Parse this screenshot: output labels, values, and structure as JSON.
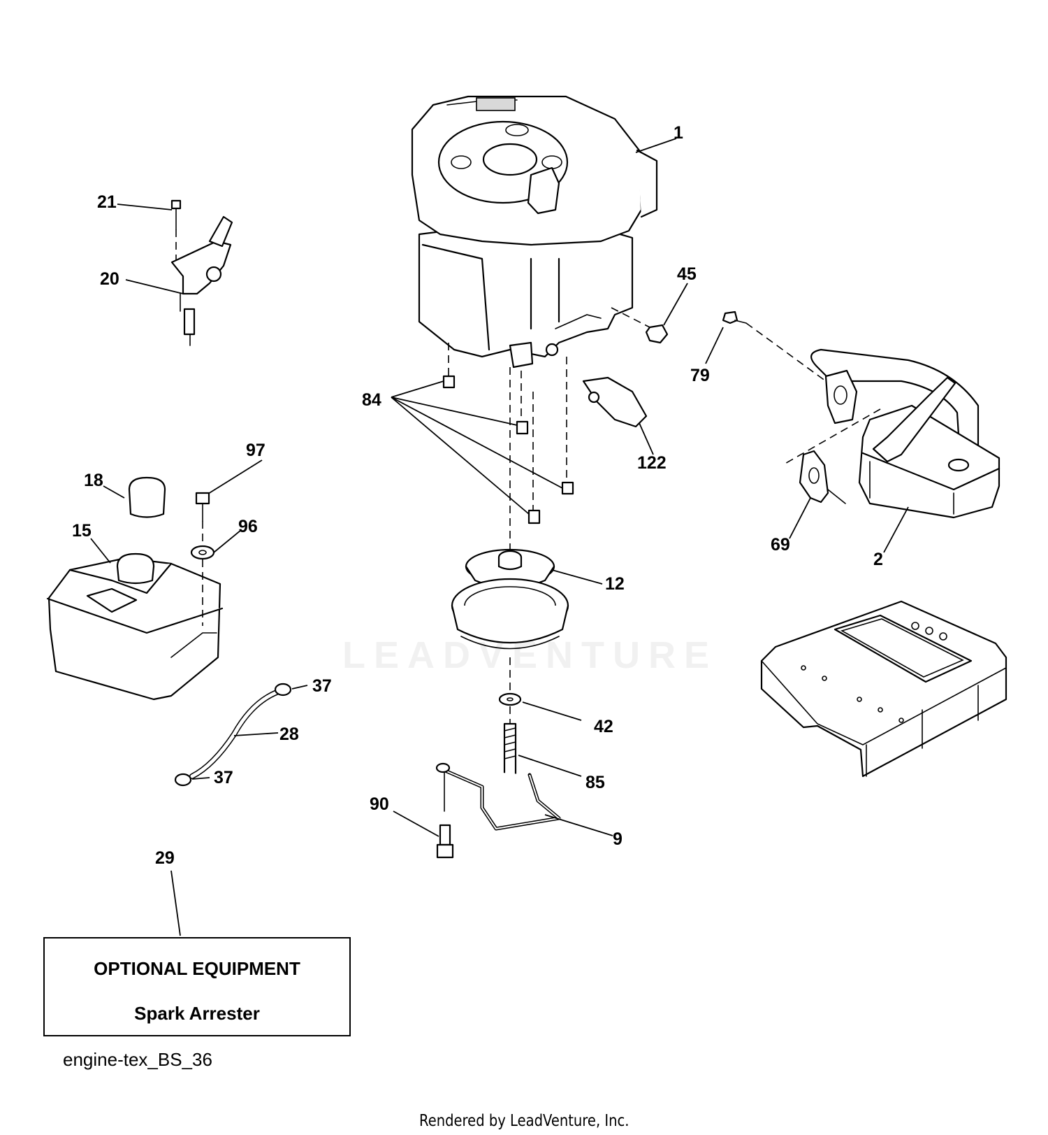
{
  "diagram": {
    "callouts": {
      "c1": "1",
      "c2": "2",
      "c9": "9",
      "c12": "12",
      "c15": "15",
      "c18": "18",
      "c20": "20",
      "c21": "21",
      "c28": "28",
      "c29": "29",
      "c37a": "37",
      "c37b": "37",
      "c42": "42",
      "c45": "45",
      "c69": "69",
      "c79": "79",
      "c84": "84",
      "c85": "85",
      "c90": "90",
      "c96": "96",
      "c97": "97",
      "c122": "122"
    },
    "note": {
      "title": "OPTIONAL EQUIPMENT",
      "subtitle": "Spark Arrester"
    },
    "drawing_code": "engine-tex_BS_36",
    "watermark": "LEADVENTURE",
    "credit": "Rendered by LeadVenture, Inc."
  }
}
